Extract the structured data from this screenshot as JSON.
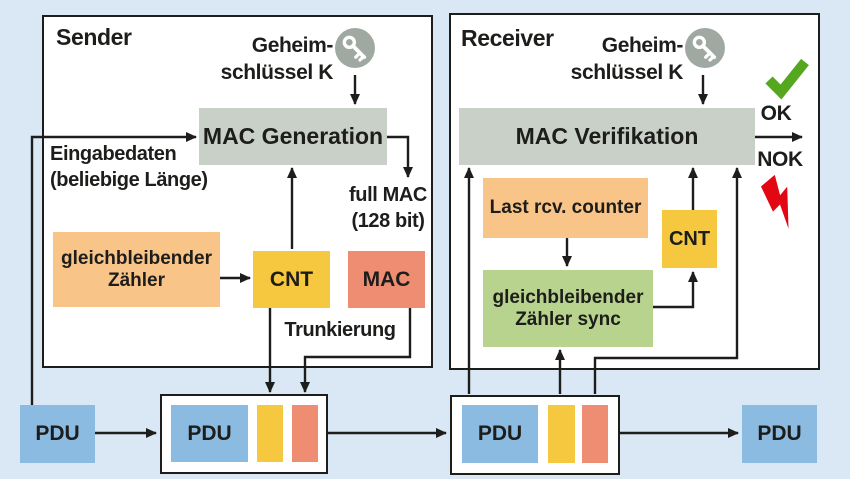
{
  "sender": {
    "title": "Sender",
    "key_label": {
      "line1": "Geheim-",
      "line2": "schlüssel K"
    },
    "mac_generation_label": "MAC Generation",
    "input_label": {
      "line1": "Eingabedaten",
      "line2": "(beliebige Länge)"
    },
    "counter_box": {
      "line1": "gleichbleibender",
      "line2": "Zähler"
    },
    "cnt_label": "CNT",
    "mac_label": "MAC",
    "full_mac_label": {
      "line1": "full MAC",
      "line2": "(128 bit)"
    },
    "truncation_label": "Trunkierung"
  },
  "receiver": {
    "title": "Receiver",
    "key_label": {
      "line1": "Geheim-",
      "line2": "schlüssel K"
    },
    "mac_verification_label": "MAC Verifikation",
    "last_counter_label": "Last rcv. counter",
    "counter_sync_box": {
      "line1": "gleichbleibender",
      "line2": "Zähler sync"
    },
    "cnt_label": "CNT",
    "ok_label": "OK",
    "nok_label": "NOK"
  },
  "pdu_row": {
    "pdu_in_label": "PDU",
    "pdu_sender_label": "PDU",
    "pdu_receiver_label": "PDU",
    "pdu_out_label": "PDU"
  },
  "colors": {
    "background": "#d9e8f4",
    "panel": "#ffffff",
    "line": "#1d1d1b",
    "gray_box": "#c9d0c8",
    "orange_box": "#f9c488",
    "yellow_box": "#f6c83f",
    "salmon_box": "#ee8d72",
    "green_box": "#b7d38d",
    "blue_box": "#8cbbe2",
    "key_icon": "#9fa9a2",
    "check": "#55a81e",
    "flash": "#e30613"
  }
}
